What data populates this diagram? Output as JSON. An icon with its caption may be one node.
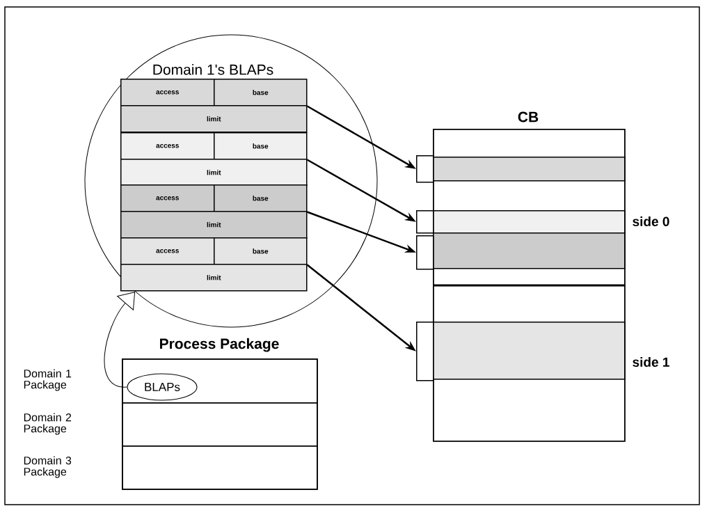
{
  "diagram": {
    "nodes": [
      {
        "text": [
          "Domain 1's BLAPs"
        ]
      },
      {
        "text": [
          "access"
        ],
        "in": 0
      },
      {
        "text": [
          "base"
        ],
        "in": 0
      },
      {
        "text": [
          "limit"
        ],
        "in": 0
      },
      {
        "text": [
          "access"
        ],
        "in": 0
      },
      {
        "text": [
          "base"
        ],
        "in": 0
      },
      {
        "text": [
          "limit"
        ],
        "in": 0
      },
      {
        "text": [
          "access"
        ],
        "in": 0
      },
      {
        "text": [
          "base"
        ],
        "in": 0
      },
      {
        "text": [
          "limit"
        ],
        "in": 0
      },
      {
        "text": [
          "access"
        ],
        "in": 0
      },
      {
        "text": [
          "base"
        ],
        "in": 0
      },
      {
        "text": [
          "limit"
        ],
        "in": 0
      },
      {
        "text": [
          "CB"
        ]
      },
      {
        "text": [],
        "shape": "bar",
        "in": 13
      },
      {
        "text": [],
        "shape": "bar",
        "in": 13
      },
      {
        "text": [],
        "shape": "bar",
        "in": 13
      },
      {
        "text": [],
        "shape": "bar",
        "in": 13
      },
      {
        "text": [],
        "shape": "box"
      },
      {
        "text": [],
        "shape": "box"
      },
      {
        "text": [],
        "shape": "box"
      },
      {
        "text": [],
        "shape": "box"
      },
      {
        "text": [
          "Process Package"
        ]
      },
      {
        "text": [],
        "shape": "box",
        "in": 22
      },
      {
        "text": [],
        "shape": "box",
        "in": 22
      },
      {
        "text": [],
        "shape": "box",
        "in": 22
      },
      {
        "text": [
          "BLAPs"
        ],
        "in": 23
      }
    ],
    "edges": [
      {
        "from": 2,
        "to": 18,
        "arrow": "to"
      },
      {
        "from": 5,
        "to": 19,
        "arrow": "to"
      },
      {
        "from": 8,
        "to": 20,
        "arrow": "to"
      },
      {
        "from": 11,
        "to": 21,
        "arrow": "to"
      },
      {
        "from": 26,
        "to": 0,
        "arrow": "to"
      }
    ],
    "labels": [
      "Domain 1 Package",
      "Domain 2 Package",
      "Domain 3 Package",
      "side 0",
      "side 1"
    ]
  }
}
